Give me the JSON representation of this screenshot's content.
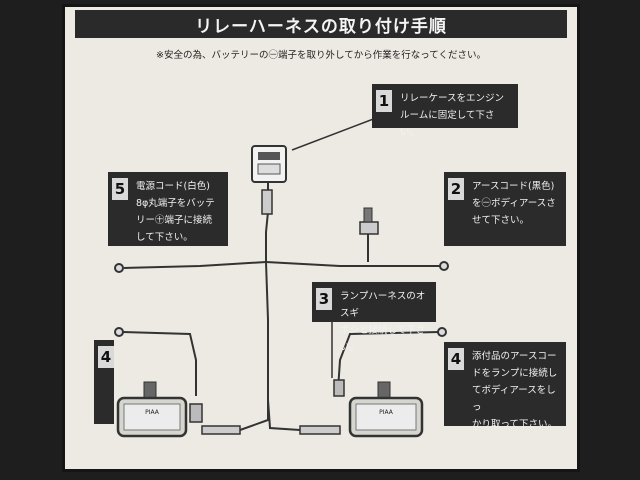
{
  "title": "リレーハーネスの取り付け手順",
  "notice": "※安全の為、バッテリーの㊀端子を取り外してから作業を行なってください。",
  "steps": [
    {
      "number": "1",
      "text": "リレーケースをエンジン\nルームに固定して下さい。"
    },
    {
      "number": "2",
      "text": "アースコード(黒色)\nを㊀ボディアースさ\nせて下さい。"
    },
    {
      "number": "3",
      "text": "ランプハーネスのオスギ\nボシと接続して下さい。"
    },
    {
      "number": "4",
      "text": ""
    },
    {
      "number": "4",
      "text": "添付品のアースコー\nドをランプに接続し\nてボディアースをしっ\nかり取って下さい。"
    },
    {
      "number": "5",
      "text": "電源コード(白色)\n8φ丸端子をバッテ\nリー㊉端子に接続\nして下さい。"
    }
  ],
  "lamp_label": "PIAA",
  "colors": {
    "panel": "#eceae3",
    "label_bg": "#2b2b2b",
    "wire": "#333333",
    "frame": "#1e1e1e"
  }
}
